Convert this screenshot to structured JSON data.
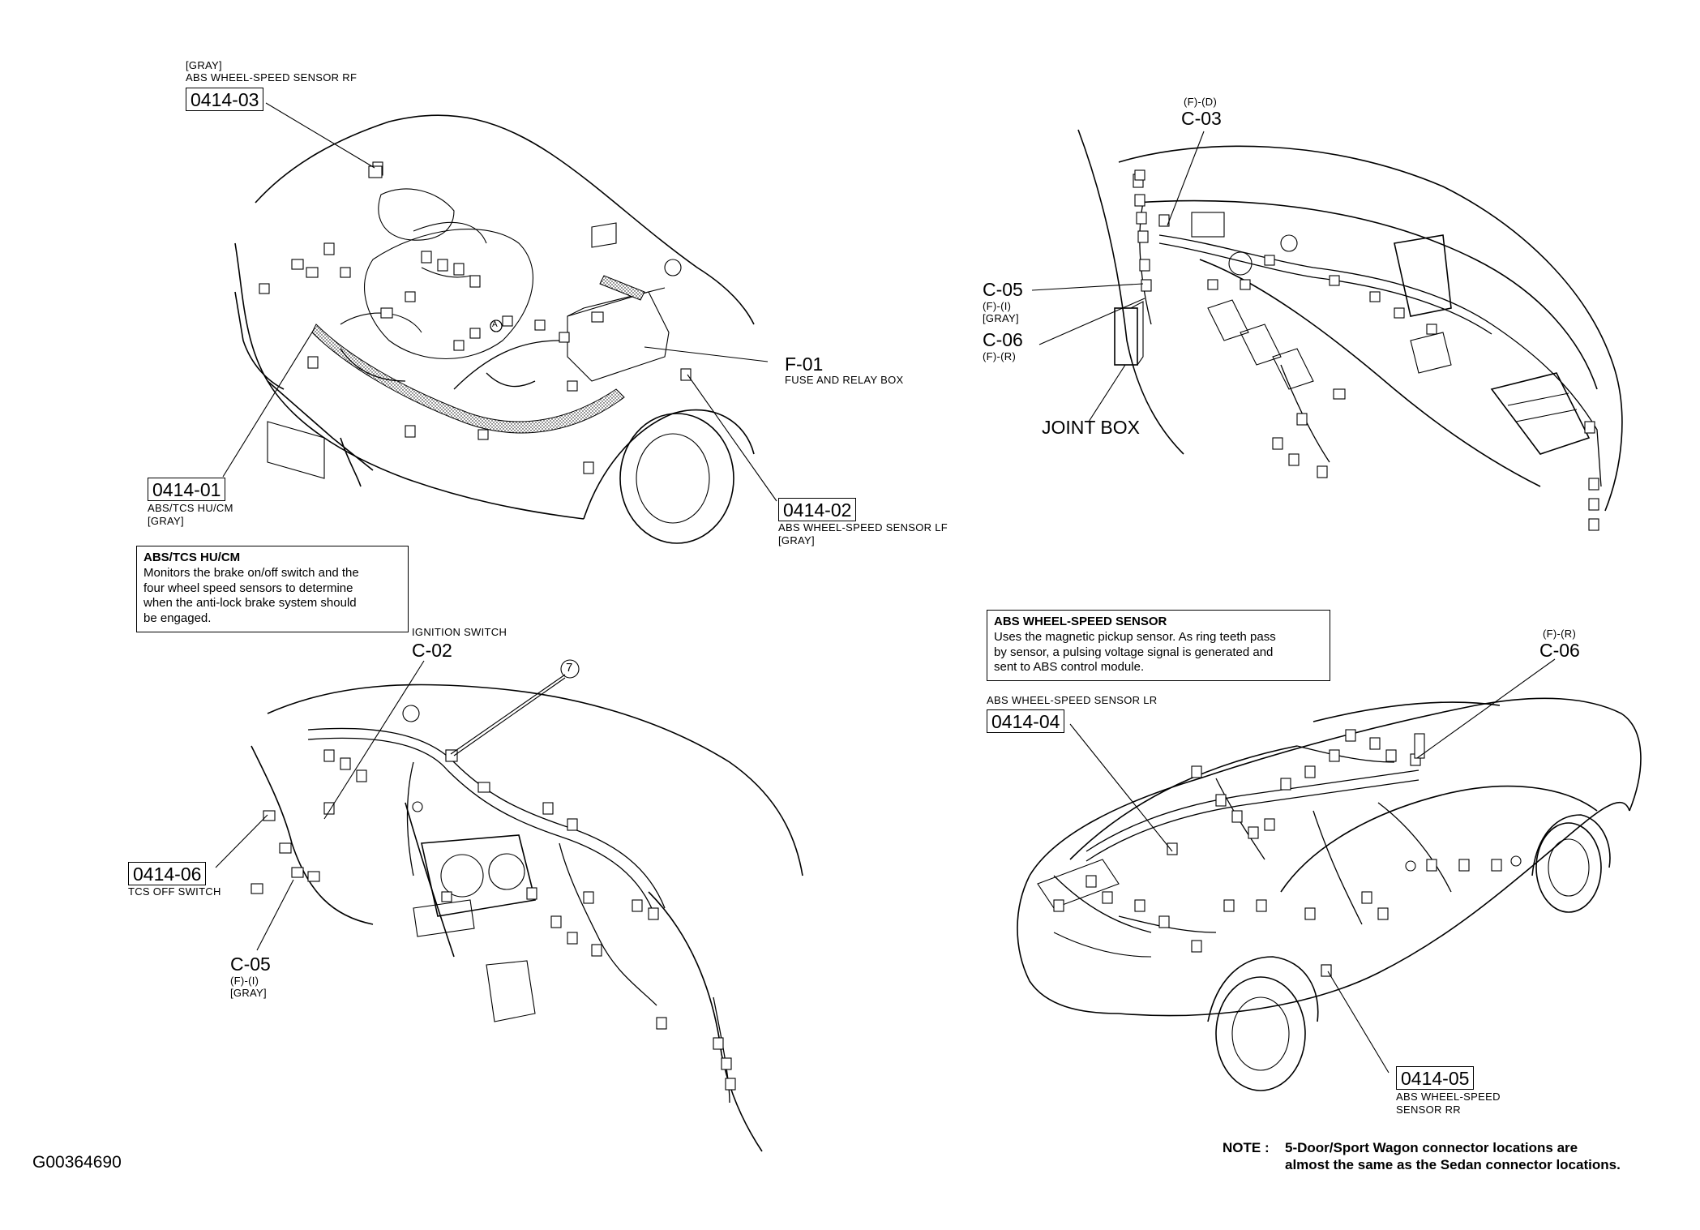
{
  "diagram_id": "G00364690",
  "note": {
    "prefix": "NOTE :",
    "line1": "5-Door/Sport Wagon connector locations are",
    "line2": "almost the same as the Sedan connector locations."
  },
  "engine_bay": {
    "rf_sensor": {
      "tag": "[GRAY]",
      "name": "ABS WHEEL-SPEED SENSOR RF",
      "code": "0414-03"
    },
    "fuse_box": {
      "code": "F-01",
      "name": "FUSE AND RELAY BOX"
    },
    "hu_cm": {
      "code": "0414-01",
      "name": "ABS/TCS HU/CM",
      "tag": "[GRAY]"
    },
    "lf_sensor": {
      "code": "0414-02",
      "name": "ABS WHEEL-SPEED SENSOR LF",
      "tag": "[GRAY]"
    },
    "marker_a": "A"
  },
  "hu_cm_box": {
    "title": "ABS/TCS HU/CM",
    "lines": [
      "Monitors the brake on/off switch and the",
      "four wheel speed sensors to determine",
      "when the anti-lock brake system should",
      "be engaged."
    ]
  },
  "instrument_panel_right": {
    "c03": {
      "pins": "(F)-(D)",
      "code": "C-03"
    },
    "c05": {
      "code": "C-05",
      "pins": "(F)-(I)",
      "tag": "[GRAY]"
    },
    "c06": {
      "code": "C-06",
      "pins": "(F)-(R)"
    },
    "joint_box": "JOINT BOX"
  },
  "instrument_panel_left": {
    "ignition": {
      "name": "IGNITION SWITCH",
      "code": "C-02"
    },
    "marker": "7",
    "tcs_off": {
      "code": "0414-06",
      "name": "TCS OFF SWITCH"
    },
    "c05": {
      "code": "C-05",
      "pins": "(F)-(I)",
      "tag": "[GRAY]"
    }
  },
  "wheel_sensor_box": {
    "title": "ABS WHEEL-SPEED SENSOR",
    "lines": [
      "Uses the magnetic pickup sensor. As ring teeth pass",
      "by sensor, a pulsing voltage signal is generated and",
      "sent to ABS control module."
    ]
  },
  "body_rear": {
    "lr_sensor": {
      "name": "ABS WHEEL-SPEED SENSOR LR",
      "code": "0414-04"
    },
    "c06": {
      "pins": "(F)-(R)",
      "code": "C-06"
    },
    "rr_sensor": {
      "code": "0414-05",
      "name_line1": "ABS WHEEL-SPEED",
      "name_line2": "SENSOR RR"
    }
  }
}
